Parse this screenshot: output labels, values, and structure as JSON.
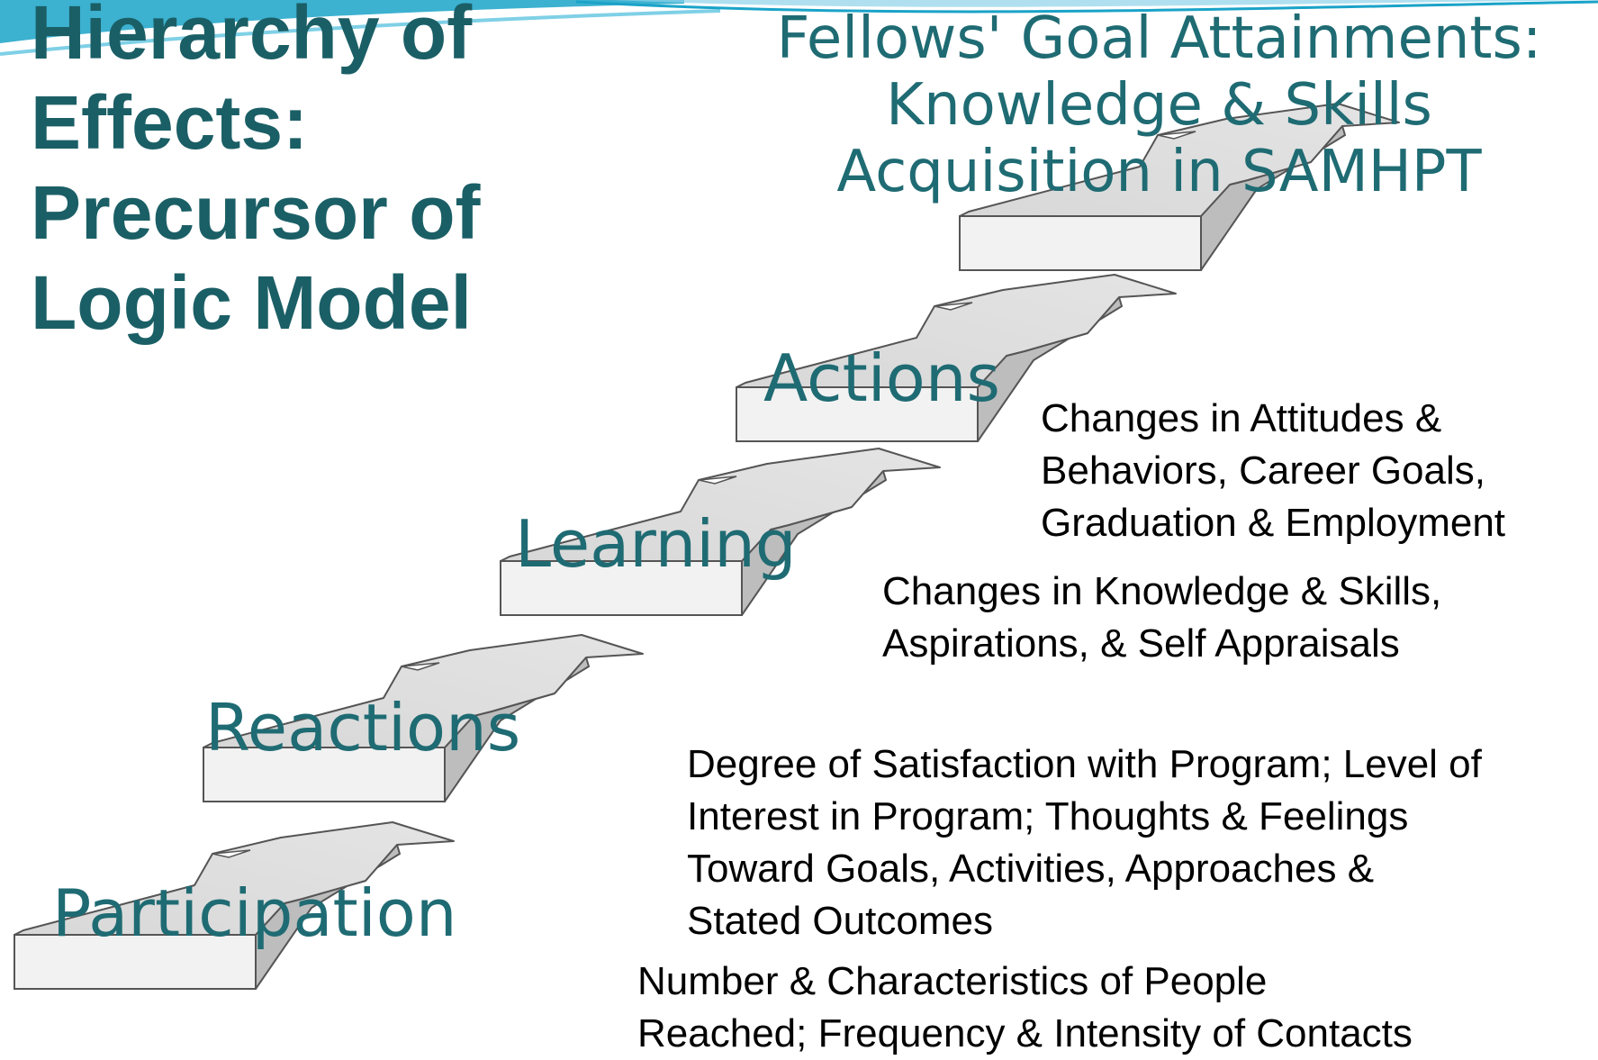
{
  "slide": {
    "title_lines": [
      "Hierarchy of",
      "Effects:",
      "Precursor of",
      "Logic Model"
    ]
  },
  "steps": [
    {
      "label": "Participation",
      "description": [
        "Number & Characteristics of People",
        "Reached; Frequency & Intensity of Contacts"
      ]
    },
    {
      "label": "Reactions",
      "description": [
        "Degree of Satisfaction with Program; Level of",
        "Interest in Program; Thoughts & Feelings",
        "Toward Goals, Activities, Approaches &",
        "Stated Outcomes"
      ]
    },
    {
      "label": "Learning",
      "description": [
        "Changes in Knowledge & Skills,",
        "Aspirations, & Self Appraisals"
      ]
    },
    {
      "label": "Actions",
      "description": [
        "Changes in Attitudes &",
        "Behaviors, Career Goals,",
        "Graduation & Employment"
      ]
    }
  ],
  "goal": {
    "lines": [
      "Fellows' Goal Attainments:",
      "Knowledge & Skills",
      "Acquisition in SAMHPT"
    ]
  },
  "colors": {
    "title": "#1b5f66",
    "label": "#1f6b73",
    "arrow_top": "#e4e4e4",
    "arrow_side": "#f2f2f2",
    "arrow_edge": "#555555",
    "wave": "#1aa3c8"
  },
  "icons": [
    "step-arrow-icon",
    "wave-decoration-icon"
  ]
}
